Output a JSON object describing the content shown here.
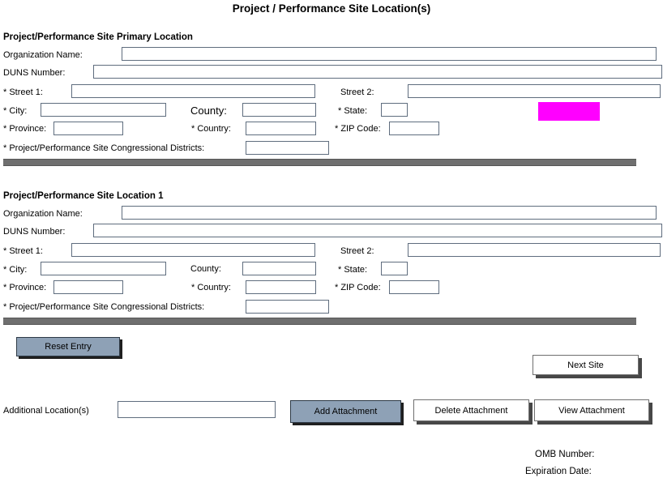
{
  "title": "Project / Performance Site Location(s)",
  "sections": [
    {
      "heading": "Project/Performance Site Primary Location"
    },
    {
      "heading": "Project/Performance Site Location 1"
    }
  ],
  "labels": {
    "organization_name": "Organization Name:",
    "duns_number": "DUNS Number:",
    "street1": "* Street 1:",
    "street2": "Street 2:",
    "city": "* City:",
    "county": "County:",
    "state": "* State:",
    "province": "* Province:",
    "country": "* Country:",
    "zip_code": "* ZIP Code:",
    "congressional_districts": "* Project/Performance Site Congressional Districts:",
    "additional_locations": "Additional Location(s)"
  },
  "buttons": {
    "reset_entry": "Reset Entry",
    "next_site": "Next Site",
    "add_attachment": "Add Attachment",
    "delete_attachment": "Delete Attachment",
    "view_attachment": "View  Attachment"
  },
  "footer": {
    "omb_number": "OMB Number:",
    "expiration_date": "Expiration Date:"
  },
  "colors": {
    "highlight": "#ff00ff"
  }
}
